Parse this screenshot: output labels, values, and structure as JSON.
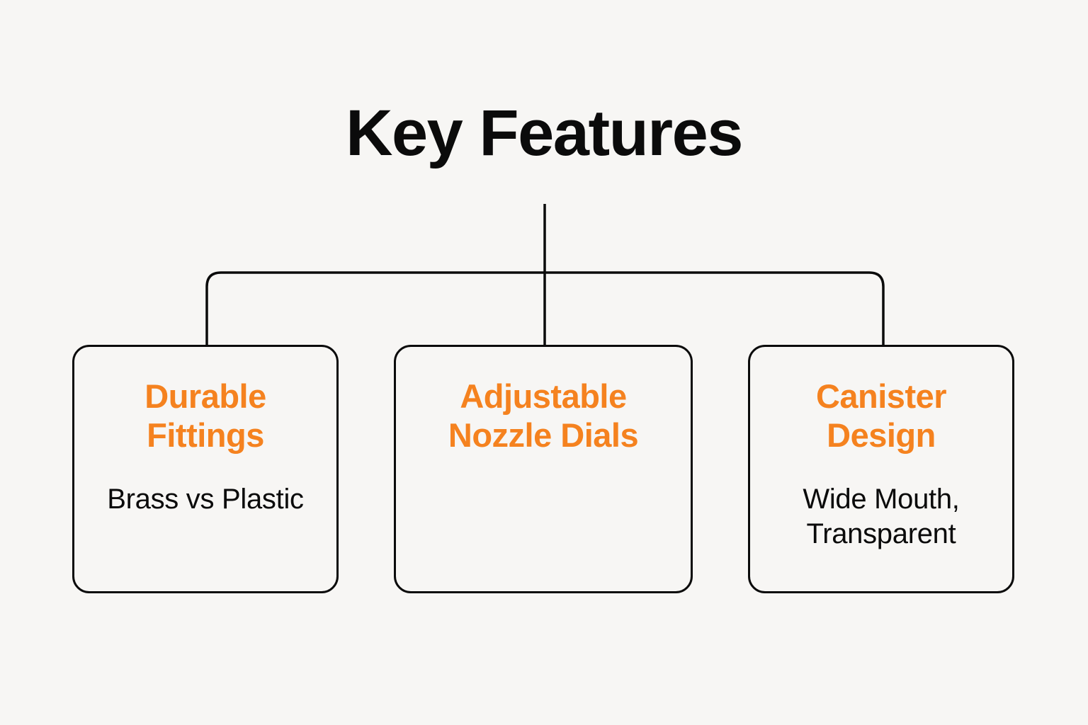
{
  "page": {
    "title": "Key Features",
    "background_color": "#F7F6F4",
    "accent_color": "#F5821F",
    "text_color": "#0B0B0B",
    "line_color": "#0B0B0B"
  },
  "cards": [
    {
      "id": "durable-fittings",
      "title": "Durable Fittings",
      "subtitle": "Brass vs Plastic"
    },
    {
      "id": "adjustable-nozzle-dials",
      "title": "Adjustable Nozzle Dials",
      "subtitle": ""
    },
    {
      "id": "canister-design",
      "title": "Canister Design",
      "subtitle": "Wide Mouth, Transparent"
    }
  ]
}
